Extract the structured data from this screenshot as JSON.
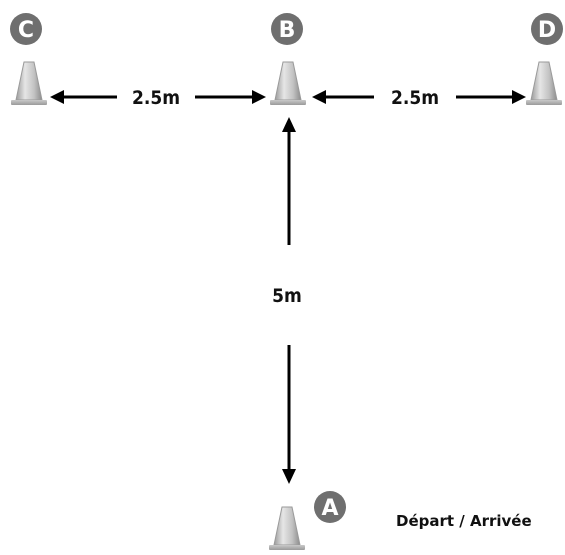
{
  "cones": [
    {
      "id": "C",
      "label": "C"
    },
    {
      "id": "B",
      "label": "B"
    },
    {
      "id": "D",
      "label": "D"
    },
    {
      "id": "A",
      "label": "A"
    }
  ],
  "distances": {
    "cb": "2.5m",
    "bd": "2.5m",
    "ab": "5m"
  },
  "start_finish_label": "Départ / Arrivée",
  "colors": {
    "cone_light": "#e8e8e8",
    "cone_mid": "#b5b5b5",
    "cone_dark": "#8a8a8a",
    "badge": "#6f6f6f",
    "arrow": "#000000"
  }
}
